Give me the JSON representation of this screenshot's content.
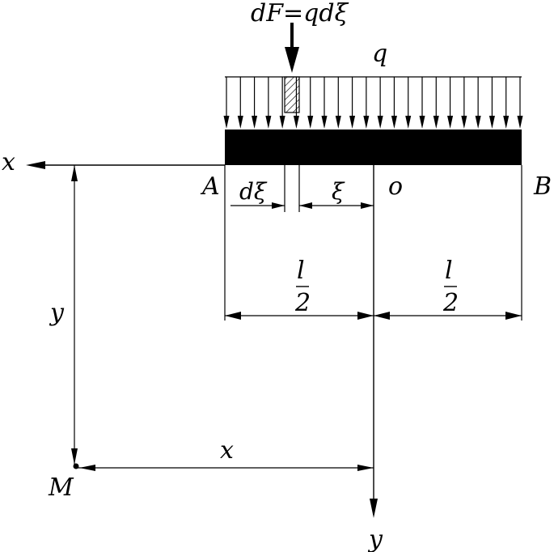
{
  "labels": {
    "force": "dF=qdξ",
    "load": "q",
    "x_axis": "x",
    "point_a": "A",
    "point_b": "B",
    "origin": "o",
    "d_xi": "dξ",
    "xi": "ξ",
    "half_num_left": "l",
    "half_den_left": "2",
    "half_num_right": "l",
    "half_den_right": "2",
    "y_dim": "y",
    "x_dim": "x",
    "point_m": "M",
    "y_axis": "y"
  },
  "distributed_load": {
    "arrow_count": 22
  }
}
